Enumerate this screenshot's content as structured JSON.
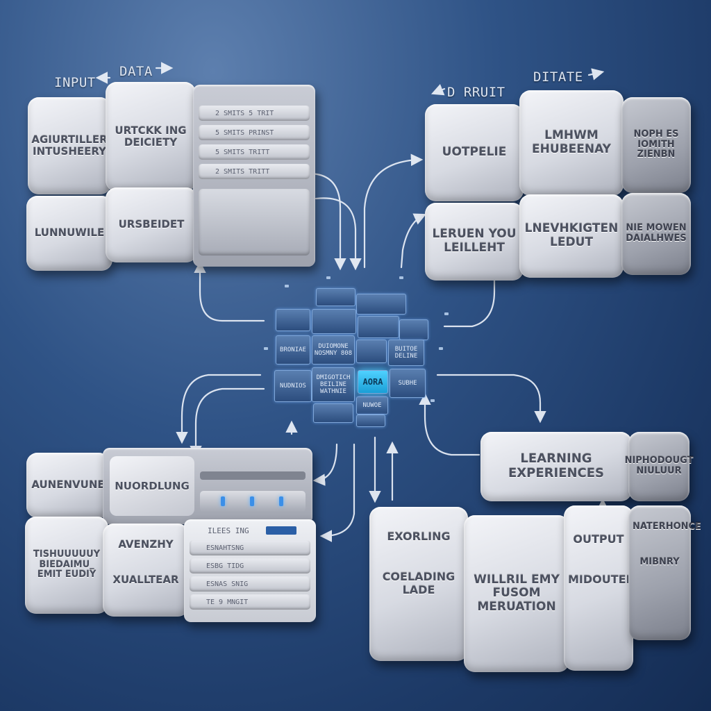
{
  "headings": {
    "input_left": "INPUT",
    "input_right": "DATA",
    "output_left": "D RRUIT",
    "output_right": "DITATE"
  },
  "top_left": {
    "b1": "AGIURTILLER INTUSHEERY",
    "b2": "URTCKK ING DEICIETY",
    "b3": "LUNNUWILE",
    "b4": "URSBEIDET",
    "rack_slots": [
      "2 SMITS 5 TRIT",
      "5 SMITS PRINST",
      "5 SMITS TRITT",
      "2 SMITS TRITT"
    ]
  },
  "top_right": {
    "b1": "UOTPELIE",
    "b2": "LMHWM EHUBEENAY",
    "b3": "NOPH ES IOMITH ZIENBN",
    "b4": "LERUEN YOU LEILLEHT",
    "b5": "LNEVHKIGTEN LEDUT",
    "b6": "NIE MOWEN DAIALHWES"
  },
  "core": {
    "c1": "BRONIAE",
    "c2": "DUIOMONE NOSMNY 808",
    "c3": "BUITOE DELINE",
    "c4": "NUDNIOS",
    "c5": "DMIGOTICH BEILINE WATHNIE",
    "c6": "AORA",
    "c7": "SUBHE",
    "c8": "NUWOE"
  },
  "bottom_left": {
    "b1": "AUNENVUNE",
    "b2": "NUORDLUNG",
    "b3": "TISHUUUUUY BIEDAIMU_ EMIT EUDIY",
    "b4": "AVENZHY",
    "b5": "XUALLTEAR",
    "tray_label": "ILEES ING",
    "tray_slots": [
      "ESNAHTSNG",
      "ESBG TIDG",
      "ESNAS SNIG",
      "TE 9 MNGIT"
    ]
  },
  "bottom_right": {
    "learning": "LEARNING EXPERIENCES",
    "side": "NIPHODOUGT NIULUUR",
    "b1": "EXORLING",
    "b2": "COELADING LADE",
    "b3": "WILLRIL EMY FUSOM MERUATION",
    "b4": "OUTPUT",
    "b5": "MIDOUTEIT",
    "b6": "NATERHONCE",
    "b7": "MIBNRY"
  }
}
